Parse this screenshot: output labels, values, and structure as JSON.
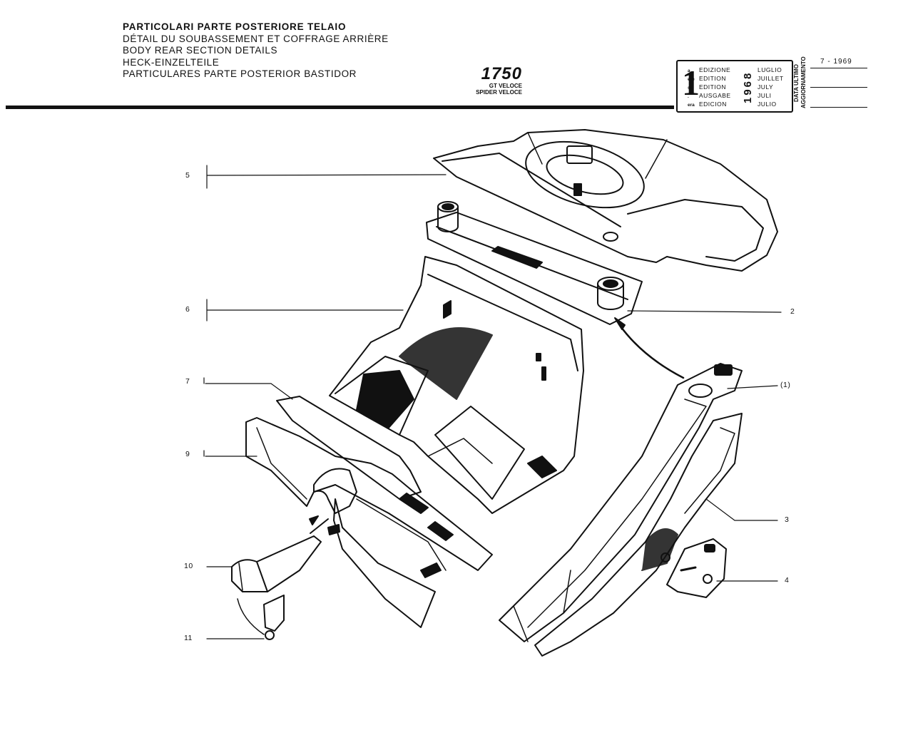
{
  "header": {
    "titles": [
      "PARTICOLARI PARTE POSTERIORE TELAIO",
      "DÉTAIL DU SOUBASSEMENT ET COFFRAGE ARRIÈRE",
      "BODY REAR SECTION DETAILS",
      "HECK-EINZELTEILE",
      "PARTICULARES PARTE POSTERIOR BASTIDOR"
    ],
    "model": "1750",
    "model_sub": [
      "GT VELOCE",
      "SPIDER VELOCE"
    ]
  },
  "edition": {
    "number": "1",
    "ordinals": [
      "a",
      "ere",
      "st",
      ".",
      "era"
    ],
    "words": [
      "EDIZIONE",
      "EDITION",
      "EDITION",
      "AUSGABE",
      "EDICION"
    ],
    "year": "1968",
    "months": [
      "LUGLIO",
      "JUILLET",
      "JULY",
      "JULI",
      "JULIO"
    ],
    "last_update_label": "DATA ULTIMO AGGIORNAMENTO",
    "last_update_date": "7 - 1969"
  },
  "labels": {
    "p5": "5",
    "p6": "6",
    "p7": "7",
    "p9": "9",
    "p10": "10",
    "p11": "11",
    "p2": "2",
    "p1": "(1)",
    "p3": "3",
    "p4": "4"
  }
}
